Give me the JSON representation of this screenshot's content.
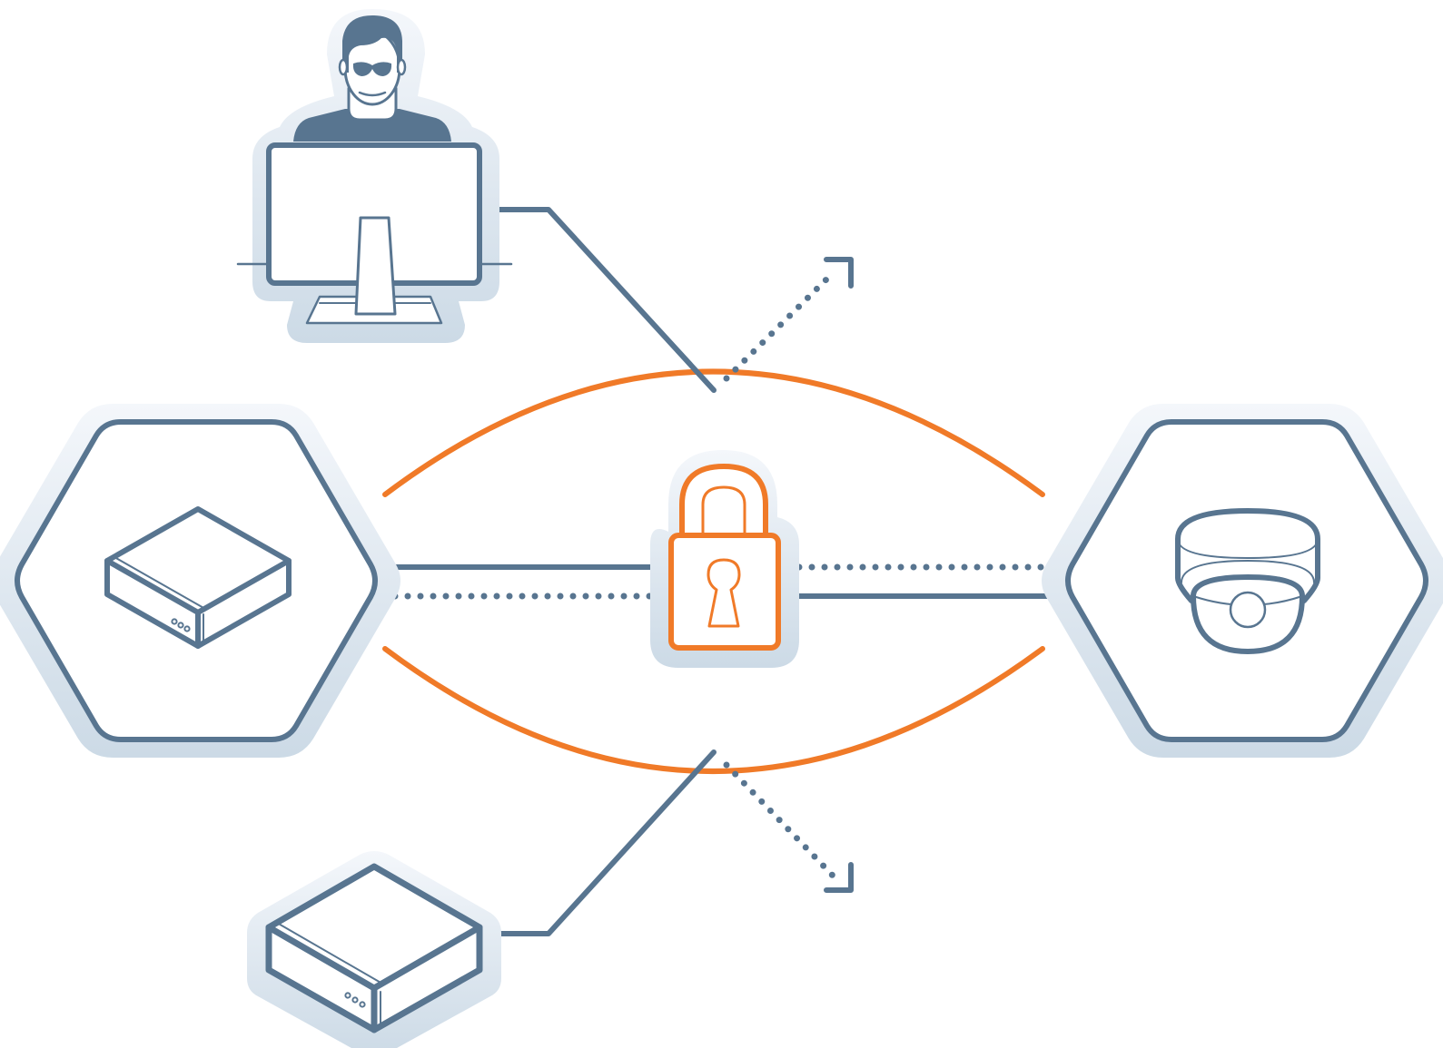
{
  "diagram": {
    "description_nodes": [
      {
        "id": "viewer",
        "icon": "user-at-monitor-icon"
      },
      {
        "id": "recorder",
        "icon": "network-video-recorder-icon"
      },
      {
        "id": "camera",
        "icon": "dome-camera-icon"
      },
      {
        "id": "lock",
        "icon": "padlock-icon"
      },
      {
        "id": "attacker-device",
        "icon": "network-box-icon"
      }
    ],
    "colors": {
      "slate": "#587590",
      "halo": "#d3dfe9",
      "halo_light": "#eef2f7",
      "accent": "#f07a28",
      "white": "#ffffff"
    }
  }
}
